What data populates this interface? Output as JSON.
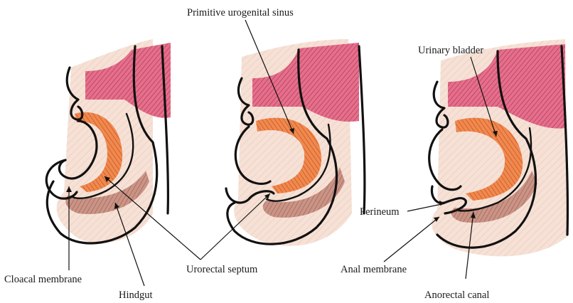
{
  "labels": {
    "primitive_urogenital_sinus": "Primitive urogenital sinus",
    "urinary_bladder": "Urinary bladder",
    "perineum": "Perineum",
    "cloacal_membrane": "Cloacal membrane",
    "hindgut": "Hindgut",
    "urorectal_septum": "Urorectal septum",
    "anal_membrane": "Anal membrane",
    "anorectal_canal": "Anorectal canal"
  },
  "colors": {
    "allantois_pink": "#d94b6e",
    "sinus_orange": "#e0622b",
    "hindgut_brown": "#b07060",
    "mesoderm_peach": "#f3d7c8",
    "outline": "#111111"
  }
}
